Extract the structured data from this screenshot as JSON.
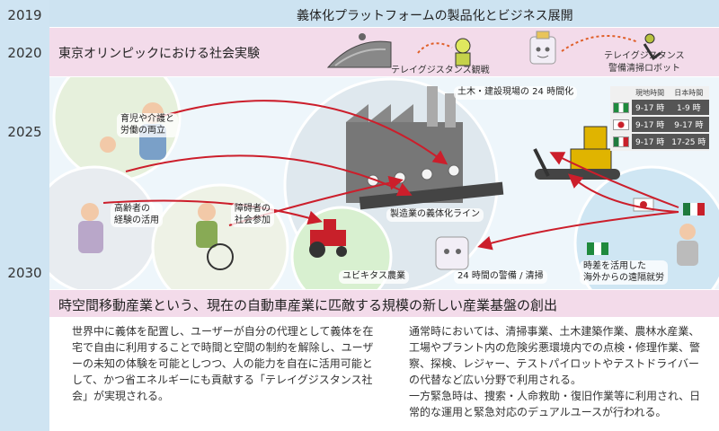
{
  "years": [
    "2019",
    "2020",
    "2025",
    "2030"
  ],
  "band_2019_title": "義体化プラットフォームの製品化とビジネス展開",
  "band_2020": {
    "title": "東京オリンピックにおける社会実験",
    "label_watching": "テレイグジスタンス観戦",
    "label_robot_line1": "テレイグジスタンス",
    "label_robot_line2": "警備清掃ロボット"
  },
  "scene_labels": {
    "childcare_line1": "育児や介護と",
    "childcare_line2": "労働の両立",
    "elderly_line1": "高齢者の",
    "elderly_line2": "経験の活用",
    "disabled_line1": "障碍者の",
    "disabled_line2": "社会参加",
    "construction": "土木・建設現場の 24 時間化",
    "manufacturing": "製造業の義体化ライン",
    "agriculture": "ユビキタス農業",
    "security": "24 時間の警備 / 清掃",
    "overseas_line1": "時差を活用した",
    "overseas_line2": "海外からの遠隔就労"
  },
  "timezone_table": {
    "headers": [
      "現地時間",
      "日本時間"
    ],
    "rows": [
      {
        "local": "9-17 時",
        "japan": "1-9 時"
      },
      {
        "local": "9-17 時",
        "japan": "9-17 時"
      },
      {
        "local": "9-17 時",
        "japan": "17-25 時"
      }
    ]
  },
  "band_2030_title": "時空間移動産業という、現在の自動車産業に匹敵する規模の新しい産業基盤の創出",
  "para_left": "世界中に義体を配置し、ユーザーが自分の代理として義体を在宅で自由に利用することで時間と空間の制約を解除し、ユーザーの未知の体験を可能としつつ、人の能力を自在に活用可能として、かつ省エネルギーにも貢献する「テレイグジスタンス社会」が実現される。",
  "para_right_1": "通常時においては、清掃事業、土木建築作業、農林水産業、工場やプラント内の危険劣悪環境内での点検・修理作業、警察、探検、レジャー、テストパイロットやテストドライバーの代替など広い分野で利用される。",
  "para_right_2": "一方緊急時は、捜索・人命救助・復旧作業等に利用され、日常的な運用と緊急対応のデュアルユースが行われる。",
  "colors": {
    "timeline": "#cfe4f2",
    "band_blue": "#cde3f1",
    "band_pink": "#f3dbea",
    "arrow_red": "#cc1e2b",
    "arrow_orange": "#e0602a"
  },
  "icons": [
    "nigeria-flag-icon",
    "japan-flag-icon",
    "mexico-flag-icon",
    "robot-icon",
    "stadium-icon"
  ]
}
